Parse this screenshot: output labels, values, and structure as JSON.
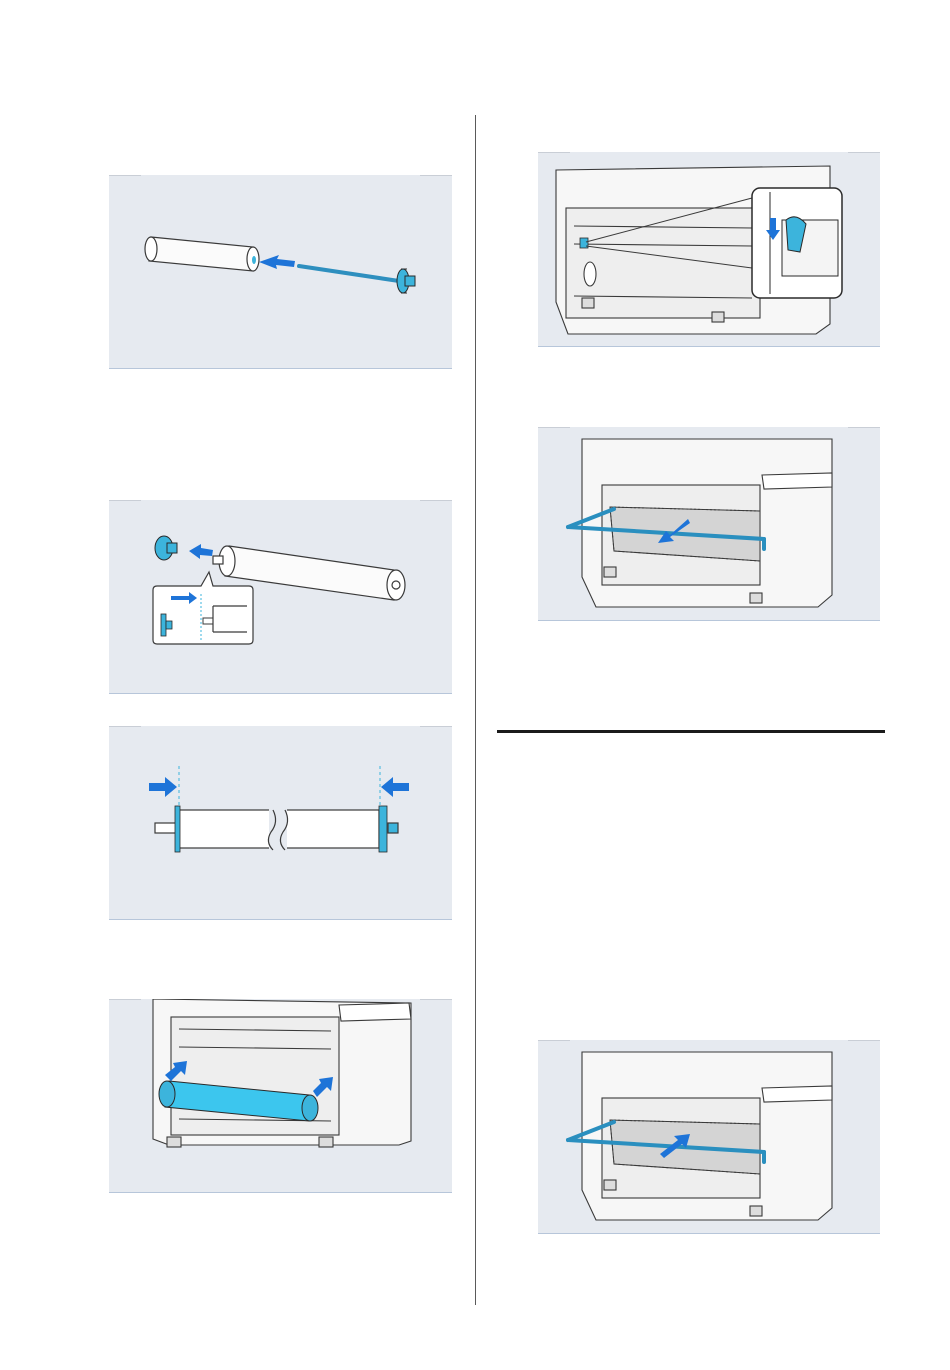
{
  "colors": {
    "panel_background": "#e6eaf0",
    "accent_blue": "#1e74d8",
    "part_cyan": "#3cb4dc",
    "line_dark": "#3a3a3a"
  },
  "figures": [
    {
      "id": "fig-1",
      "name": "insert-spindle-into-roll"
    },
    {
      "id": "fig-2",
      "name": "attach-flange-to-roll"
    },
    {
      "id": "fig-3",
      "name": "push-flanges-flush"
    },
    {
      "id": "fig-4",
      "name": "place-roll-on-holders"
    },
    {
      "id": "fig-5",
      "name": "lower-roll-lock-lever"
    },
    {
      "id": "fig-6",
      "name": "pull-out-basket"
    },
    {
      "id": "fig-7",
      "name": "push-in-basket"
    }
  ]
}
